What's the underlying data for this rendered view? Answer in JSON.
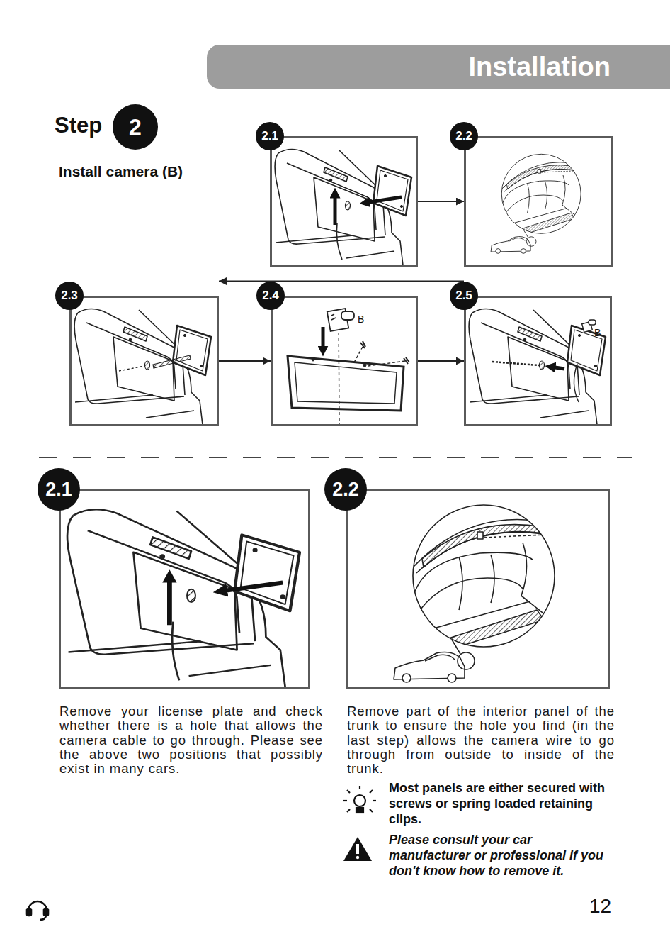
{
  "diagram": {
    "title": "Installation",
    "nodes": [
      {
        "text": [
          "Step",
          "2"
        ]
      },
      {
        "text": [
          "2.1"
        ]
      },
      {
        "text": [
          "2.2"
        ]
      },
      {
        "text": [
          "2.3"
        ]
      },
      {
        "text": [
          "2.4"
        ]
      },
      {
        "text": [
          "2.5"
        ]
      },
      {
        "text": [
          "2.1",
          "Remove your license plate and check whether there is a hole that allows the camera cable to go through. Please see the above two positions that possibly exist in many cars."
        ]
      },
      {
        "text": [
          "2.2",
          "Remove part of the interior panel of the trunk to ensure the hole you find (in the last step) allows the camera wire to go through from outside to inside of the trunk."
        ]
      }
    ],
    "edges": [
      {
        "from": 1,
        "to": 2,
        "arrow": "to"
      },
      {
        "from": 2,
        "to": 3,
        "arrow": "to"
      },
      {
        "from": 3,
        "to": 4,
        "arrow": "to"
      },
      {
        "from": 4,
        "to": 5,
        "arrow": "to"
      }
    ],
    "labels": [
      "Install camera (B)",
      "B",
      "B",
      "Most panels are either secured with screws or spring loaded retaining clips.",
      "Please consult your car manufacturer or professional if you don't know how to remove it.",
      "12"
    ]
  }
}
